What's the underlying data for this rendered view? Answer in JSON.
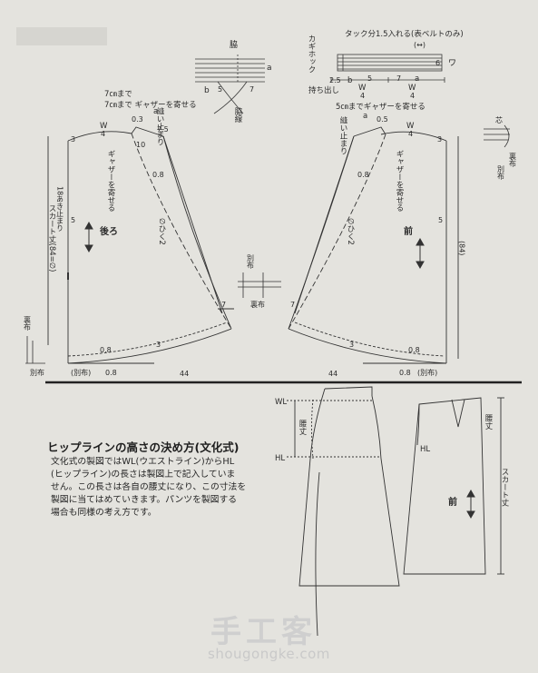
{
  "top_left_belt": {
    "label_side": "脇",
    "label_a": "a",
    "label_b": "b",
    "num5": "5",
    "num7": "7",
    "label_side_line": "脇線"
  },
  "top_right_belt": {
    "tuck_note": "タック分1.5入れる(表ベルトのみ)",
    "tuck_arrow": "(↔)",
    "hook": "カギホック",
    "num_25": "2.5",
    "label_b": "b",
    "num5": "5",
    "num7": "7",
    "label_a": "a",
    "num6": "6",
    "fold_mark": "ワ",
    "w_left": "W",
    "w_left_div": "4",
    "w_right": "W",
    "w_right_div": "4",
    "extend": "持ち出し"
  },
  "back_panel": {
    "gather_note": "7㎝まで ギャザーを寄せる",
    "stitch_stop": "縫い止まり",
    "label_a": "a",
    "num_03": "0.3",
    "num_75": "7.5",
    "w_label": "W",
    "w_div": "4",
    "num_3": "3",
    "num_10": "10",
    "gather_vertical": "ギャザーを寄せる",
    "opening": "18あき止まり",
    "skirt_length": "スカート丈(84=∅)",
    "num_5": "5",
    "back_label": "後ろ",
    "num_08a": "0.8",
    "pull_note": "∅ひく2",
    "num_7": "7",
    "num_3b": "3",
    "num_08b": "0.8",
    "num_08c": "0.8",
    "betsununo": "(別布)",
    "num_44": "44",
    "side_fabric": "裏布",
    "side_fabric2": "別布"
  },
  "front_panel": {
    "gather_note": "5㎝までギャザーを寄せる",
    "stitch_stop": "縫い止まり",
    "label_a": "a",
    "num_05": "0.5",
    "w_label": "W",
    "w_div": "4",
    "num_3": "3",
    "gather_vertical": "ギャザーを寄せる",
    "num_08a": "0.8",
    "pull_note": "∅ひく2",
    "front_label": "前",
    "num_5": "5",
    "num_84": "(84)",
    "num_7": "7",
    "num_3b": "3",
    "num_44": "44",
    "num_08b": "0.8",
    "num_08c": "0.8",
    "betsununo": "(別布)",
    "right_core": "芯",
    "right_ura": "裏布",
    "right_betsu": "別布"
  },
  "middle_detail": {
    "betsu": "別布",
    "ura": "裏布"
  },
  "lower_section": {
    "heading": "ヒップラインの高さの決め方(文化式)",
    "body_lines": [
      "文化式の製図ではWL(ウエストライン)からHL",
      "(ヒップライン)の長さは製図上で記入していま",
      "せん。この長さは各自の腰丈になり、この寸法を",
      "製図に当てはめていきます。パンツを製図する",
      "場合も同様の考え方です。"
    ],
    "wl": "WL",
    "hl": "HL",
    "waist_length": "腰丈",
    "right_waist_length": "腰丈",
    "right_hl": "HL",
    "right_skirt_length": "スカート丈",
    "right_front": "前"
  },
  "watermark": {
    "cn": "手工客",
    "url": "shougongke.com"
  }
}
